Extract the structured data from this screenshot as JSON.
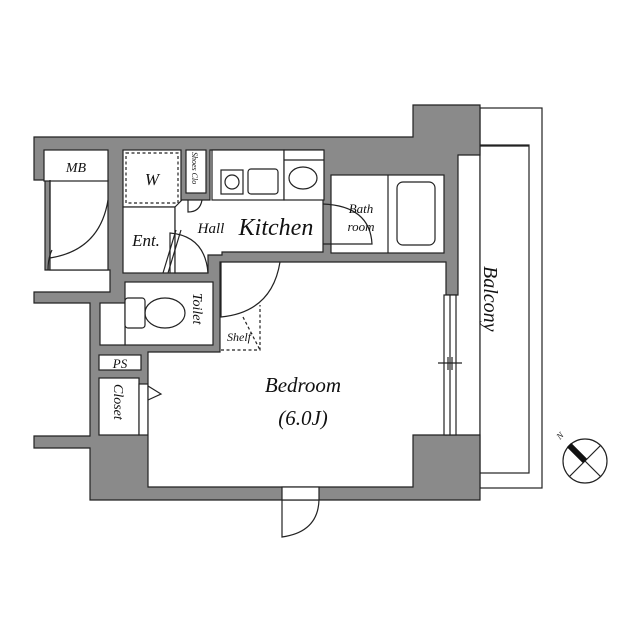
{
  "floorplan": {
    "rooms": {
      "mb": "MB",
      "w": "W",
      "shoes": "Shoes Clo",
      "hall": "Hall",
      "kitchen": "Kitchen",
      "bath_line1": "Bath",
      "bath_line2": "room",
      "ent": "Ent.",
      "toilet": "Toilet",
      "shelf": "Shelf",
      "ps": "PS",
      "closet": "Closet",
      "bedroom": "Bedroom",
      "bedroom_size": "(6.0J)",
      "balcony": "Balcony"
    },
    "compass": {
      "north_label": "N"
    },
    "colors": {
      "wall": "#8a8a8a",
      "line": "#222222",
      "background": "#ffffff"
    }
  }
}
